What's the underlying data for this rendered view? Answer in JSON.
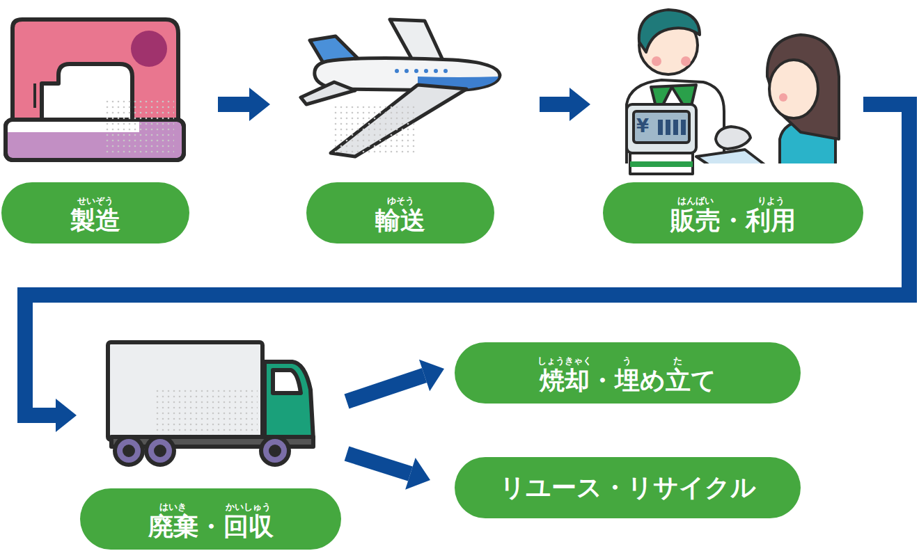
{
  "diagram": {
    "nodes": [
      {
        "text": [
          "せいぞう",
          "製造"
        ]
      },
      {
        "text": [
          "ゆそう",
          "輸送"
        ]
      },
      {
        "text": [
          "はんばい",
          "りよう",
          "販売・利用"
        ]
      },
      {
        "text": [
          "はいき",
          "かいしゅう",
          "廃棄・回収"
        ]
      },
      {
        "text": [
          "しょうきゃく",
          "う",
          "た",
          "焼却・埋め立て"
        ]
      },
      {
        "text": [
          "リユース・リサイクル"
        ]
      }
    ],
    "edges": [
      {
        "from": 0,
        "to": 1,
        "arrow": "to"
      },
      {
        "from": 1,
        "to": 2,
        "arrow": "to"
      },
      {
        "from": 2,
        "to": 3,
        "arrow": "to"
      },
      {
        "from": 3,
        "to": 4,
        "arrow": "to"
      },
      {
        "from": 3,
        "to": 5,
        "arrow": "to"
      }
    ],
    "labels": [
      "¥"
    ]
  }
}
